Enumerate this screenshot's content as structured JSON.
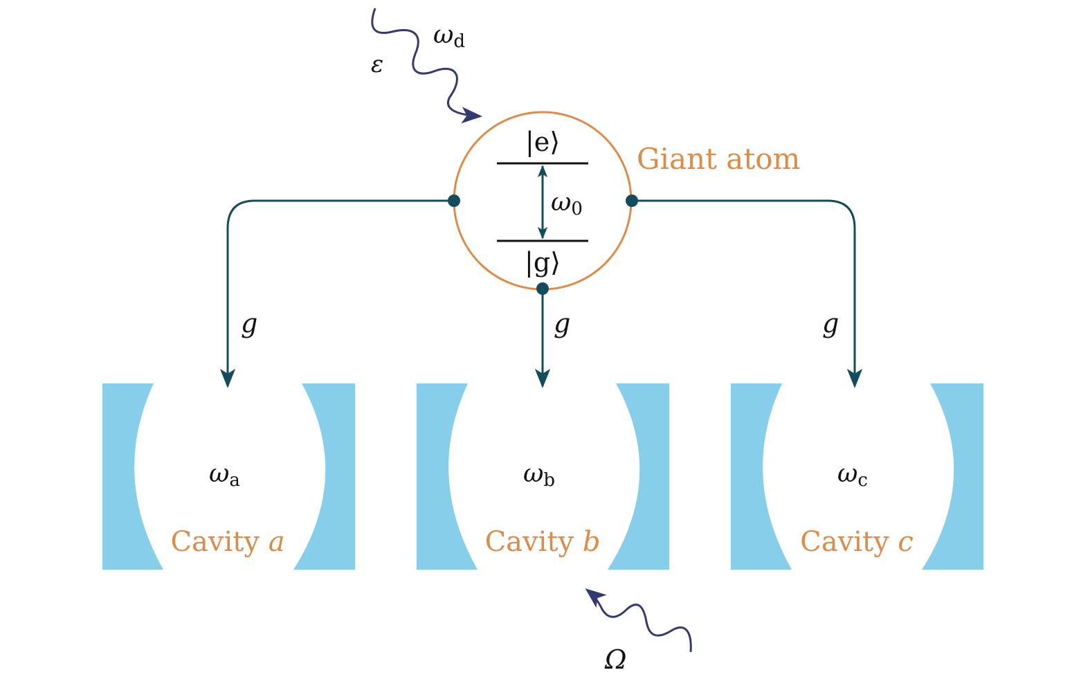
{
  "colors": {
    "atom_ring": "#de8b48",
    "label_orange": "#de8b48",
    "mirror": "#87ceeb",
    "coupling": "#134d5d",
    "drive": "#333a73",
    "text": "#111111"
  },
  "atom": {
    "title": "Giant atom",
    "excited_state": "|e⟩",
    "ground_state": "|g⟩",
    "transition_symbol": "ω",
    "transition_sub": "0"
  },
  "drive": {
    "frequency_symbol": "ω",
    "frequency_sub": "d",
    "amplitude_symbol": "ε"
  },
  "couplings": [
    {
      "symbol": "g"
    },
    {
      "symbol": "g"
    },
    {
      "symbol": "g"
    }
  ],
  "cavities": [
    {
      "freq_symbol": "ω",
      "freq_sub": "a",
      "name_prefix": "Cavity",
      "name_letter": "a"
    },
    {
      "freq_symbol": "ω",
      "freq_sub": "b",
      "name_prefix": "Cavity",
      "name_letter": "b"
    },
    {
      "freq_symbol": "ω",
      "freq_sub": "c",
      "name_prefix": "Cavity",
      "name_letter": "c"
    }
  ],
  "cavity_drive": {
    "symbol": "Ω"
  }
}
